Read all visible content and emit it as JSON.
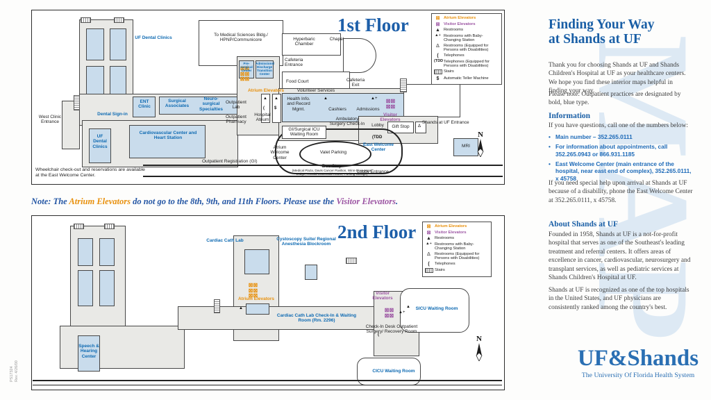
{
  "floor1": {
    "title": "1st Floor",
    "legend": {
      "items": [
        {
          "name": "atrium-elevators",
          "glyph": "⊠",
          "label": "Atrium Elevators"
        },
        {
          "name": "visitor-elevators",
          "glyph": "⊠",
          "label": "Visitor Elevators"
        },
        {
          "name": "restrooms",
          "glyph": "▲",
          "label": "Restrooms"
        },
        {
          "name": "restrooms-baby-changing",
          "glyph": "▲+",
          "label": "Restrooms with Baby-Changing Station"
        },
        {
          "name": "restrooms-accessible",
          "glyph": "Δ",
          "label": "Restrooms (Equipped for Persons with Disabilities)"
        },
        {
          "name": "telephones",
          "glyph": "(",
          "label": "Telephones"
        },
        {
          "name": "telephones-tdd",
          "glyph": "(TDD",
          "label": "Telephones (Equipped for Persons with Disabilities)"
        },
        {
          "name": "stairs",
          "glyph": "",
          "label": "Stairs"
        },
        {
          "name": "atm",
          "glyph": "$",
          "label": "Automatic Teller Machine"
        }
      ]
    },
    "labels": {
      "uf_dental_top": "UF Dental Clinics",
      "west_clinic": "West Clinic Entrance",
      "dental_sign_in": "Dental Sign-in",
      "ent_clinic": "ENT Clinic",
      "surgical_associates": "Surgical Associates",
      "neurosurgical": "Neuro-surgical Specialties",
      "outpatient_lab": "Outpatient Lab",
      "outpatient_pharmacy": "Outpatient Pharmacy",
      "uf_dental_left": "UF Dental Clinics",
      "cardiovascular": "Cardiovascular Center and Heart Station",
      "outpatient_registration": "Outpatient Registration (GI)",
      "to_medical": "To Medical Sciences Bldg./ HPNP/Communicore",
      "presurgical": "Pre-surgical Center",
      "admissions_discharge": "Admissions/ Discharge Transition Center",
      "hyperbaric": "Hyperbaric Chamber",
      "chapel": "Chapel",
      "cafeteria_entrance": "Cafeteria Entrance",
      "food_court": "Food Court",
      "cafeteria_exit": "Cafeteria Exit",
      "atrium_elevators": "Atrium Elevators",
      "volunteer_services": "Volunteer Services",
      "health_info": "Health Info. and Record Mgmt.",
      "cashiers": "Cashiers",
      "admissions": "Admissions",
      "hospital_atrium": "Hospital Atrium",
      "ambulatory": "Ambulatory Surgery Check-In",
      "visitor_elevators": "Visitor Elevators",
      "lobby": "Lobby",
      "gift_stop": "Gift Stop",
      "shands_entrance": "Shands at UF Entrance",
      "gi_icu": "GI/Surgical ICU Waiting Room",
      "atrium_welcome": "Atrium Welcome Center",
      "valet": "Valet Parking",
      "bus_stop": "Bus Stop",
      "bus_stop_detail": "(Medical Plaza, Davis Cancer Pavilion, Winn-Dixie Hope Lodge, Ronald McDonald House, Parking Garage)",
      "lobby_entrance": "Lobby Entrance",
      "east_welcome": "East Welcome Center",
      "mri": "MRI",
      "north": "N"
    },
    "wheelchair_note": "Wheelchair check-out and reservations are available at the East Welcome Center."
  },
  "note": {
    "part1": "Note: The ",
    "atrium": "Atrium Elevators",
    "part2": " do not go to the 8th, 9th, and 11th Floors. Please use the ",
    "visitor": "Visitor Elevators",
    "part3": "."
  },
  "floor2": {
    "title": "2nd Floor",
    "legend": {
      "items": [
        {
          "name": "atrium-elevators",
          "glyph": "⊠",
          "label": "Atrium Elevators"
        },
        {
          "name": "visitor-elevators",
          "glyph": "⊠",
          "label": "Visitor Elevators"
        },
        {
          "name": "restrooms",
          "glyph": "▲",
          "label": "Restrooms"
        },
        {
          "name": "restrooms-baby-changing",
          "glyph": "▲+",
          "label": "Restrooms with Baby-Changing Station"
        },
        {
          "name": "restrooms-accessible",
          "glyph": "Δ",
          "label": "Restrooms (Equipped for Persons with Disabilities)"
        },
        {
          "name": "telephones",
          "glyph": "(",
          "label": "Telephones"
        },
        {
          "name": "stairs",
          "glyph": "",
          "label": "Stairs"
        }
      ]
    },
    "labels": {
      "cardiac_cath": "Cardiac Cath Lab",
      "cystoscopy": "Cystoscopy Suite/ Regional Anesthesia Blockroom",
      "atrium_elevators": "Atrium Elevators",
      "cath_checkin": "Cardiac Cath Lab Check-In & Waiting Room (Rm. 2296)",
      "visitor_elevators": "Visitor Elevators",
      "checkin_desk": "Check-In Desk Outpatient Surgery/ Recovery Room",
      "sicu": "SICU Waiting Room",
      "cicu": "CICU Waiting Room",
      "speech": "Speech & Hearing Center",
      "north": "N"
    }
  },
  "icons": {
    "elev6": "⊠⊠⊠⊠⊠⊠",
    "elev4": "⊠⊠⊠⊠",
    "restroom": "▲",
    "restroom_acc": "Δ",
    "baby": "▲+",
    "phone": "(",
    "tdd": "(TDD",
    "atm": "$"
  },
  "sidebar": {
    "title_line1": "Finding Your Way",
    "title_line2": "at Shands at UF",
    "p1": "Thank you for choosing Shands at UF and Shands Children's Hospital at UF as your healthcare centers. We hope you find these interior maps helpful in finding your way.",
    "p2": "Please note: Outpatient practices are designated by bold, blue type.",
    "info_heading": "Information",
    "info_intro": "If you have questions, call one of the numbers below:",
    "bullets": [
      "Main number – 352.265.0111",
      "For information about appointments, call 352.265.0943 or 866.931.1185",
      "East Welcome Center (main entrance of the hospital, near east end of complex), 352.265.0111, x 45758"
    ],
    "help": "If you need special help upon arrival at Shands at UF because of a disability, phone the East Welcome Center at 352.265.0111, x 45758.",
    "about_heading": "About Shands at UF",
    "about_p1": "Founded in 1958, Shands at UF is a not-for-profit hospital that serves as one of the Southeast's leading treatment and referral centers. It offers areas of excellence in cancer, cardiovascular, neurosurgery and transplant services, as well as pediatric services at Shands Children's Hospital at UF.",
    "about_p2": "Shands at UF is recognized as one of the top hospitals in the United States, and UF physicians are consistently ranked among the country's best.",
    "watermark": "MAP",
    "logo": "UF&Shands",
    "logo_tagline": "The University Of Florida Health System"
  },
  "footer": {
    "code": "PS17324",
    "rev": "Rev. 4/26/00"
  },
  "colors": {
    "accent_blue": "#1a5fa6",
    "label_blue": "#0e6ab2",
    "orange": "#e8900c",
    "purple": "#9c55a3",
    "room_blue": "#c9dcec",
    "building_gray": "#e9e9e6",
    "watermark": "#dde9f4"
  }
}
